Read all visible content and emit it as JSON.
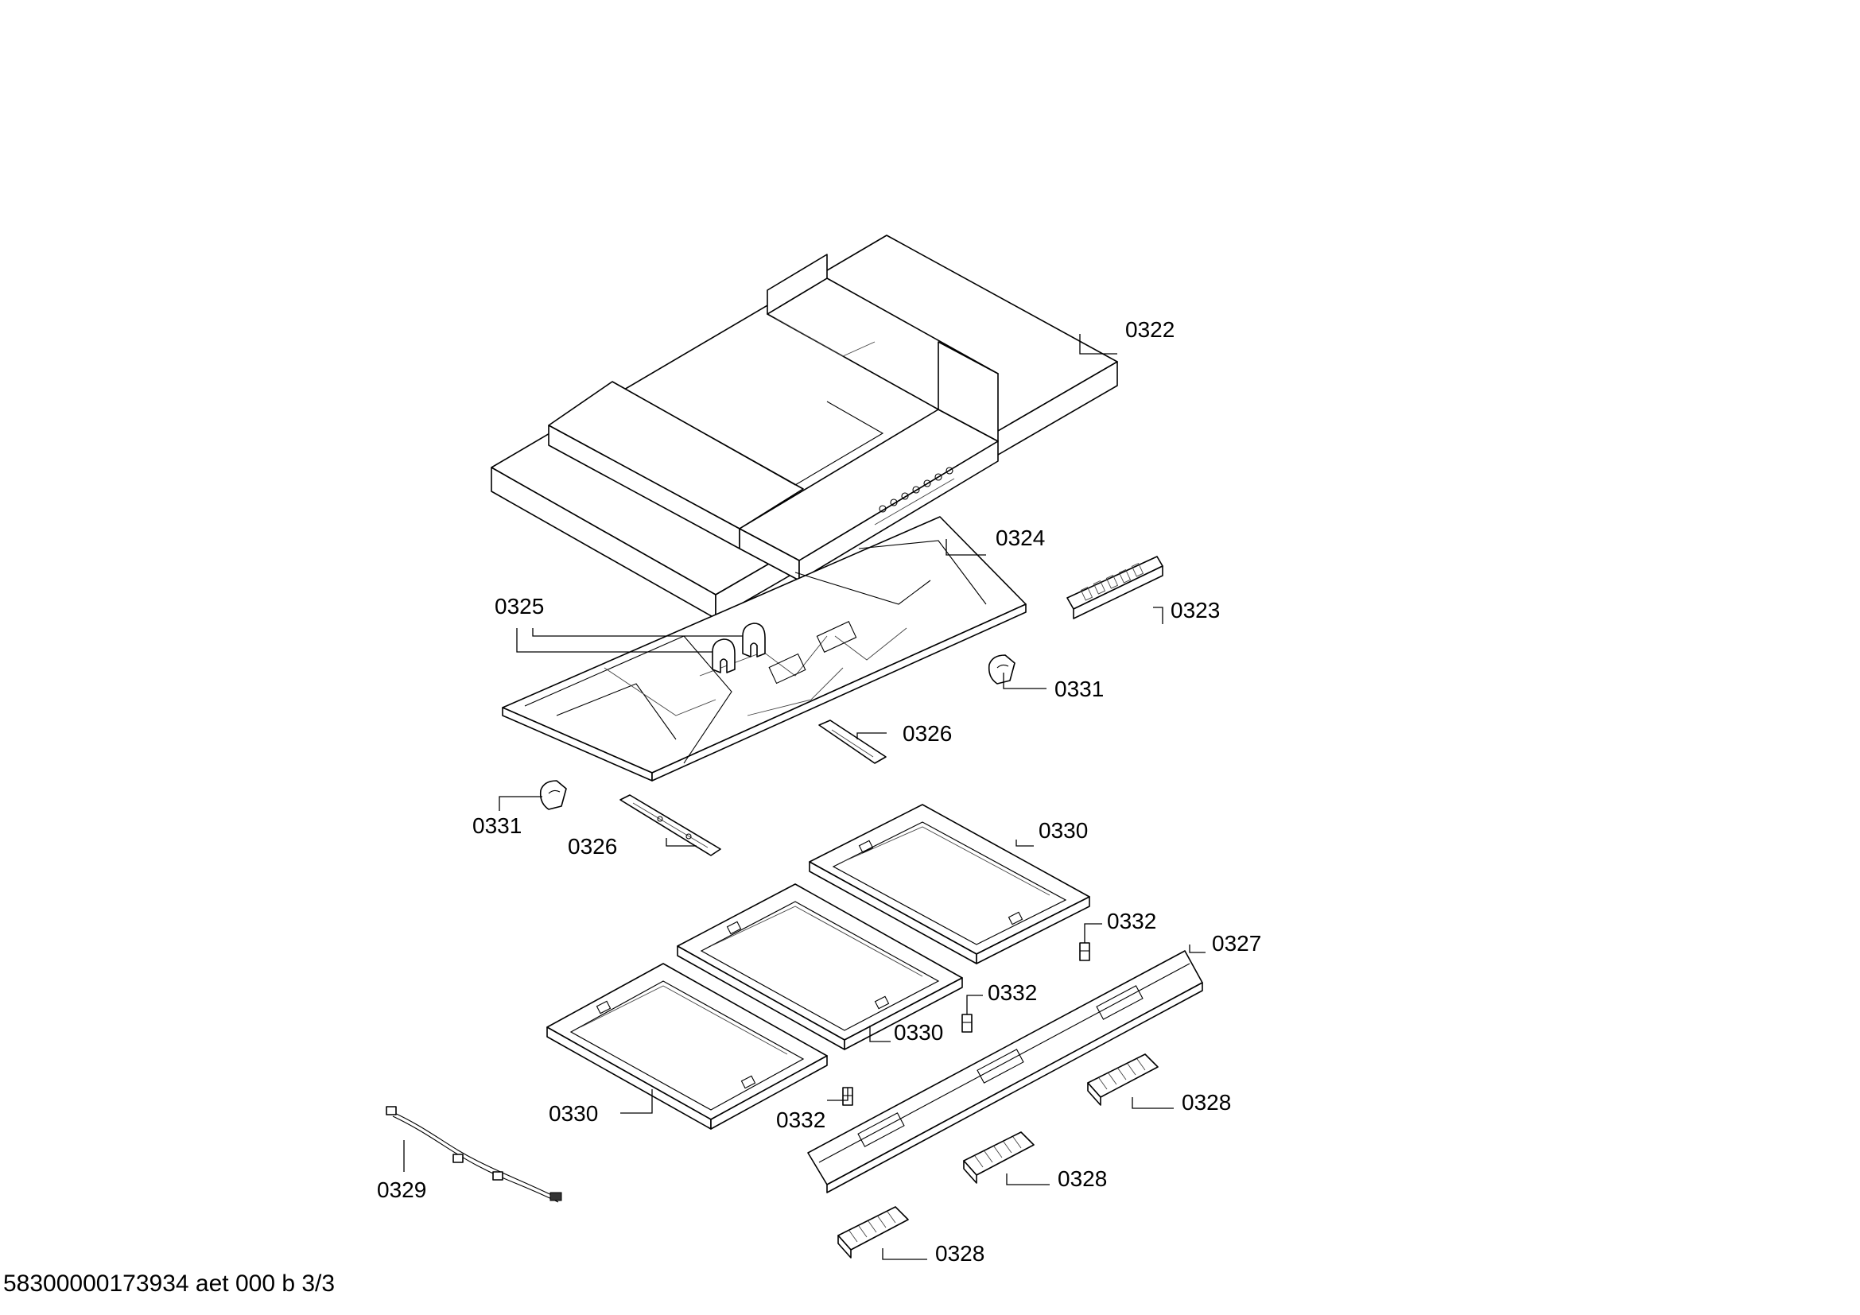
{
  "diagram": {
    "footer_text": "58300000173934 aet 000 b 3/3",
    "labels": {
      "p0322": "0322",
      "p0323": "0323",
      "p0324": "0324",
      "p0325": "0325",
      "p0326a": "0326",
      "p0326b": "0326",
      "p0327": "0327",
      "p0328a": "0328",
      "p0328b": "0328",
      "p0328c": "0328",
      "p0329": "0329",
      "p0330a": "0330",
      "p0330b": "0330",
      "p0330c": "0330",
      "p0331a": "0331",
      "p0331b": "0331",
      "p0332a": "0332",
      "p0332b": "0332",
      "p0332c": "0332"
    }
  }
}
